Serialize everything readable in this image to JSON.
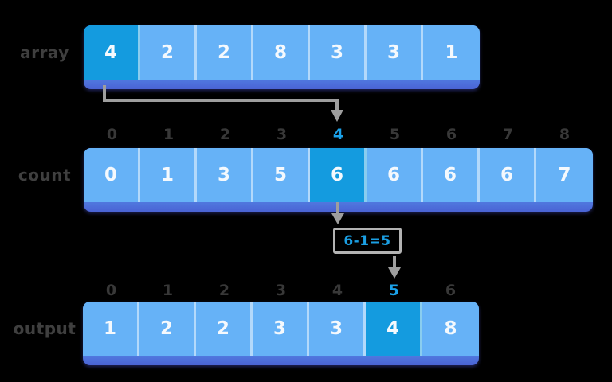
{
  "page": {
    "background_color": "#000000",
    "description_colors": {
      "cell_light_blue": "#66b2f7",
      "cell_highlight_blue": "#149bdf",
      "bar_shadow_blue": "#5486e6",
      "index_text_gray": "#383838",
      "index_highlight_blue": "#1ba2ea",
      "label_text_gray": "#3f3f3f",
      "cell_text_white": "#f5f9fd",
      "arrow_gray": "#9e9e9e",
      "annotation_border_gray": "#b3b3b3",
      "annotation_text_blue": "#1b9fe3"
    }
  },
  "rows": [
    {
      "label": "array",
      "cells": [
        {
          "value": "4",
          "state": "highlight"
        },
        {
          "value": "2",
          "state": "normal"
        },
        {
          "value": "2",
          "state": "normal"
        },
        {
          "value": "8",
          "state": "normal"
        },
        {
          "value": "3",
          "state": "normal"
        },
        {
          "value": "3",
          "state": "normal"
        },
        {
          "value": "1",
          "state": "normal"
        }
      ]
    },
    {
      "label": "count",
      "indices": [
        {
          "value": "0",
          "state": "normal"
        },
        {
          "value": "1",
          "state": "normal"
        },
        {
          "value": "2",
          "state": "normal"
        },
        {
          "value": "3",
          "state": "normal"
        },
        {
          "value": "4",
          "state": "highlight"
        },
        {
          "value": "5",
          "state": "normal"
        },
        {
          "value": "6",
          "state": "normal"
        },
        {
          "value": "7",
          "state": "normal"
        },
        {
          "value": "8",
          "state": "normal"
        }
      ],
      "cells": [
        {
          "value": "0",
          "state": "normal"
        },
        {
          "value": "1",
          "state": "normal"
        },
        {
          "value": "3",
          "state": "normal"
        },
        {
          "value": "5",
          "state": "normal"
        },
        {
          "value": "6",
          "state": "highlight"
        },
        {
          "value": "6",
          "state": "normal"
        },
        {
          "value": "6",
          "state": "normal"
        },
        {
          "value": "6",
          "state": "normal"
        },
        {
          "value": "7",
          "state": "normal"
        }
      ]
    },
    {
      "label": "output",
      "indices": [
        {
          "value": "0",
          "state": "normal"
        },
        {
          "value": "1",
          "state": "normal"
        },
        {
          "value": "2",
          "state": "normal"
        },
        {
          "value": "3",
          "state": "normal"
        },
        {
          "value": "4",
          "state": "normal"
        },
        {
          "value": "5",
          "state": "highlight"
        },
        {
          "value": "6",
          "state": "normal"
        }
      ]
    },
    {
      "cells_output": "placeholder-not-used"
    }
  ],
  "output_cells": [
    {
      "value": "1",
      "state": "normal"
    },
    {
      "value": "2",
      "state": "normal"
    },
    {
      "value": "2",
      "state": "normal"
    },
    {
      "value": "3",
      "state": "normal"
    },
    {
      "value": "3",
      "state": "normal"
    },
    {
      "value": "4",
      "state": "highlight"
    },
    {
      "value": "8",
      "state": "normal"
    }
  ],
  "annotation": {
    "text": "6-1=5"
  }
}
